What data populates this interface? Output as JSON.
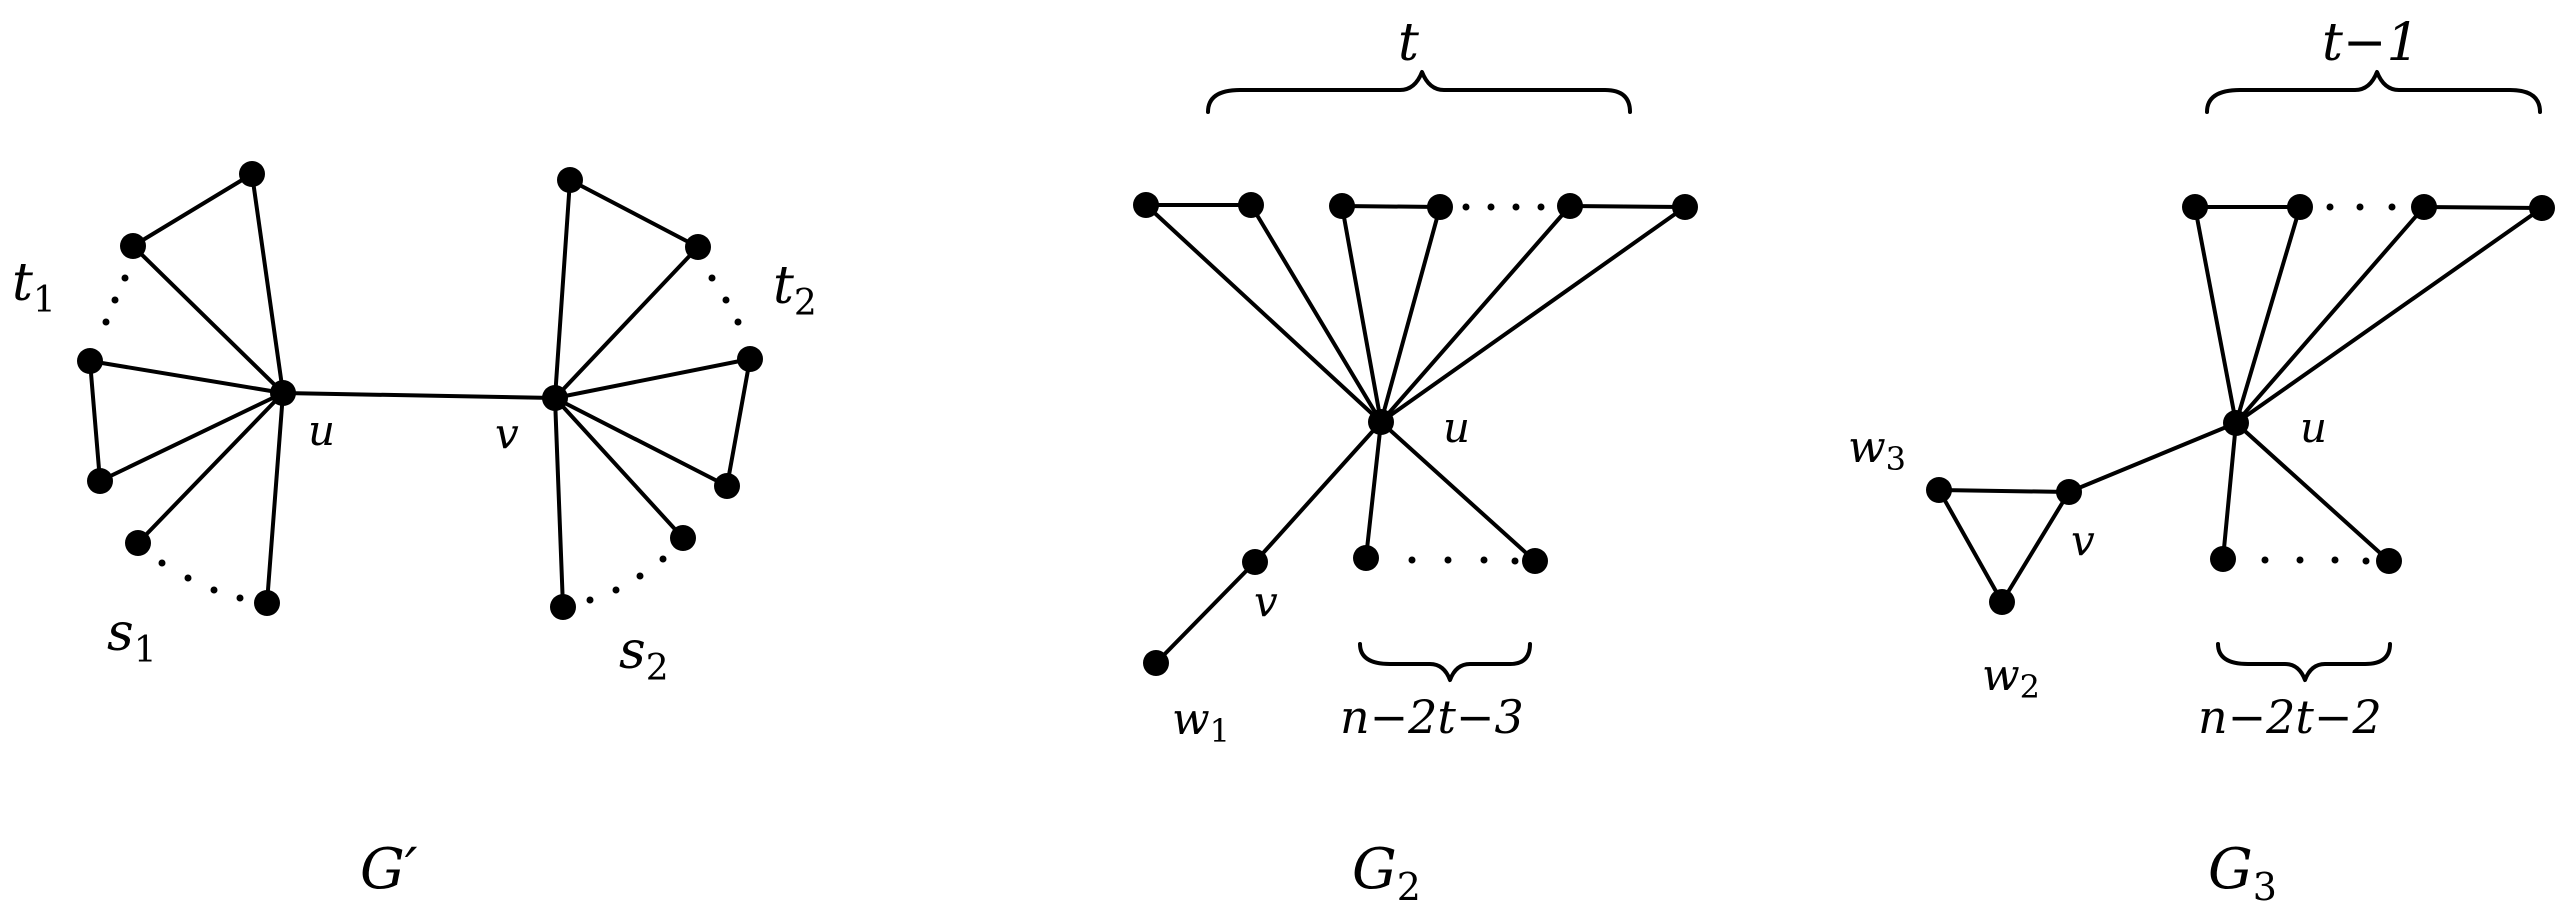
{
  "graphs": {
    "gprime": {
      "caption": "G′",
      "labels": {
        "u": "u",
        "v": "v",
        "t1": "t",
        "t1_sub": "1",
        "t2": "t",
        "t2_sub": "2",
        "s1": "s",
        "s1_sub": "1",
        "s2": "s",
        "s2_sub": "2"
      }
    },
    "g2": {
      "caption": "G",
      "caption_sub": "2",
      "labels": {
        "u": "u",
        "v": "v",
        "w1": "w",
        "w1_sub": "1",
        "top_brace": "t",
        "bottom_brace": "n−2t−3"
      }
    },
    "g3": {
      "caption": "G",
      "caption_sub": "3",
      "labels": {
        "u": "u",
        "v": "v",
        "w2": "w",
        "w2_sub": "2",
        "w3": "w",
        "w3_sub": "3",
        "top_brace": "t−1",
        "bottom_brace": "n−2t−2"
      }
    }
  }
}
